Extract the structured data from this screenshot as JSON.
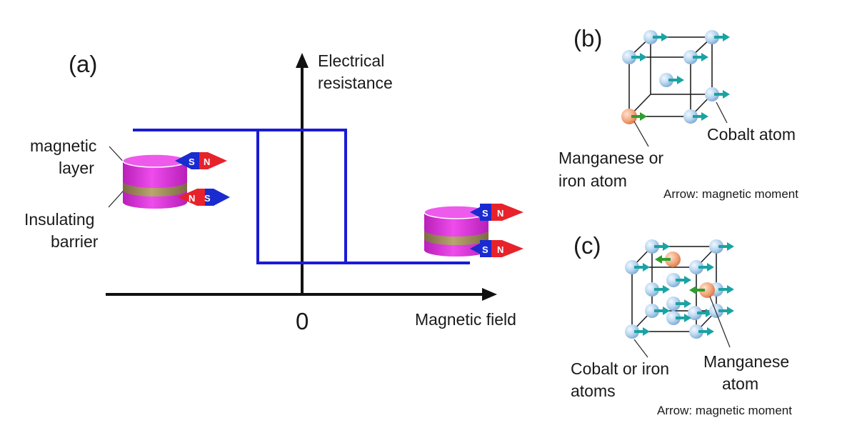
{
  "panel_a": {
    "label": "(a)",
    "y_axis_label_line1": "Electrical",
    "y_axis_label_line2": "resistance",
    "x_axis_label": "Magnetic field",
    "origin_label": "0",
    "label_magnetic_layer_line1": "magnetic",
    "label_magnetic_layer_line2": "layer",
    "label_barrier_line1": "Insulating",
    "label_barrier_line2": "barrier",
    "magnet_south": "S",
    "magnet_north": "N",
    "curve_color": "#1a1ad6"
  },
  "panel_b": {
    "label": "(b)",
    "cobalt_label": "Cobalt atom",
    "mn_label_line1": "Manganese or",
    "mn_label_line2": "iron atom",
    "arrow_note": "Arrow: magnetic moment"
  },
  "panel_c": {
    "label": "(c)",
    "cobalt_label_line1": "Cobalt or iron",
    "cobalt_label_line2": "atoms",
    "mn_label_line1": "Manganese",
    "mn_label_line2": "atom",
    "arrow_note": "Arrow: magnetic moment"
  },
  "colors": {
    "cobalt_atom": "#a9cdea",
    "manganese_atom": "#f4a77d",
    "cobalt_moment_arrow": "#1aa3a3",
    "manganese_moment_arrow": "#2e9e2e",
    "magnetic_layer": "#e23fe0",
    "insulating_barrier": "#a28d5c",
    "magnet_north": "#e8222a",
    "magnet_south": "#1a2bd0"
  }
}
